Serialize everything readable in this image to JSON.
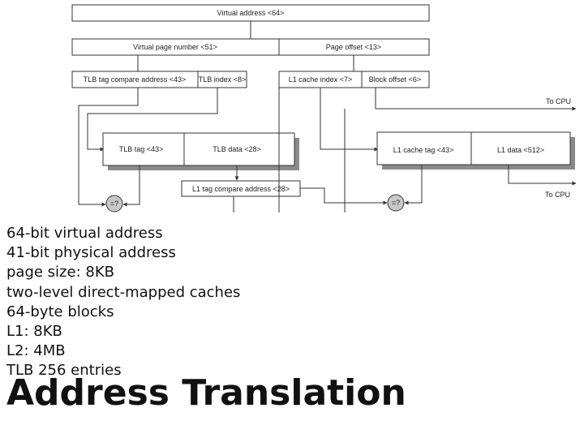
{
  "diagram": {
    "virtual_address": "Virtual address <64>",
    "virtual_page_number": "Virtual page number <51>",
    "page_offset": "Page offset <13>",
    "tlb_tag_compare_address": "TLB tag compare address <43>",
    "tlb_index": "TLB index <8>",
    "l1_cache_index": "L1 cache index <7>",
    "block_offset": "Block offset <6>",
    "to_cpu_top": "To CPU",
    "tlb_tag": "TLB tag <43>",
    "tlb_data": "TLB data <28>",
    "l1_cache_tag": "L1 cache tag <43>",
    "l1_data": "L1 data <512>",
    "l1_tag_compare_address": "L1 tag compare address <28>",
    "compare_left": "=?",
    "compare_right": "=?",
    "to_cpu_bottom": "To CPU"
  },
  "bullets": [
    "64-bit virtual address",
    "41-bit physical address",
    "page size: 8KB",
    "two-level direct-mapped caches",
    "64-byte blocks",
    "L1: 8KB",
    "L2: 4MB",
    "TLB 256 entries"
  ],
  "title": "Address Translation"
}
